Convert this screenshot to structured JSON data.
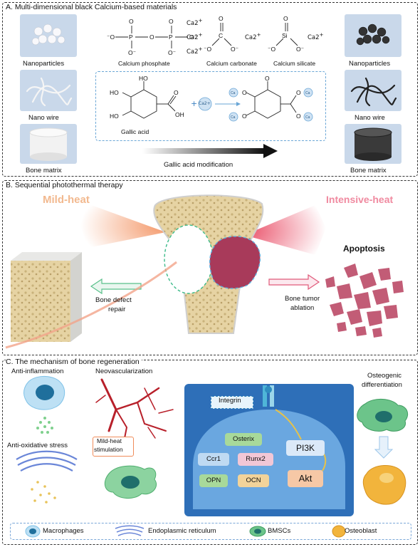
{
  "panel_a": {
    "title": "A. Multi-dimensional black Calcium-based materials",
    "left_labels": [
      "Nanoparticles",
      "Nano wire",
      "Bone matrix"
    ],
    "right_labels": [
      "Nanoparticles",
      "Nano wire",
      "Bone matrix"
    ],
    "compounds": [
      "Calcium phosphate",
      "Calcium carbonate",
      "Calcium silicate"
    ],
    "gallic_acid": "Gallic acid",
    "modification": "Gallic acid modification",
    "ca_labels": {
      "ca2_a": "Ca2",
      "ca2_b": "Ca2",
      "ca2_c": "Ca2",
      "ca2_carb": "Ca2",
      "ca2_sil": "Ca2",
      "ca_ion": "Ca2+",
      "plus": "+"
    },
    "chem_text": {
      "phosphate": "-O-P-O-P-O-",
      "carbonate": "C",
      "silicate": "Si",
      "oh": "OH",
      "ho": "HO"
    }
  },
  "panel_b": {
    "title": "B. Sequential photothermal therapy",
    "mild_heat": "Mild-heat",
    "intensive_heat": "Intensive-heat",
    "apoptosis": "Apoptosis",
    "bone_defect_repair": [
      "Bone defect",
      "repair"
    ],
    "bone_tumor_ablation": [
      "Bone tumor",
      "ablation"
    ]
  },
  "panel_c": {
    "title": "C. The mechanism of bone regeneration",
    "anti_inflammation": "Anti-inflammation",
    "neovascularization": "Neovascularization",
    "anti_oxidative": "Anti-oxidative stress",
    "mild_heat_stim": [
      "Mild-heat",
      "stimulation"
    ],
    "osteogenic": [
      "Osteogenic",
      "differentiation"
    ],
    "integrin": "Integrin",
    "genes": {
      "osterix": "Osterix",
      "ccr1": "Ccr1",
      "runx2": "Runx2",
      "opn": "OPN",
      "ocn": "OCN",
      "pi3k": "PI3K",
      "akt": "Akt"
    }
  },
  "legend": [
    "Macrophages",
    "Endoplasmic reticulum",
    "BMSCs",
    "Osteoblast"
  ],
  "colors": {
    "bone": "#e8d6a8",
    "tumor": "#b03a5b",
    "cell_blue": "#4aa3d8",
    "bmsc_green": "#5fb87a",
    "osteoblast": "#f0b43a",
    "vessel": "#b8202a",
    "mild": "#f08c5a",
    "intense": "#e6506a"
  }
}
